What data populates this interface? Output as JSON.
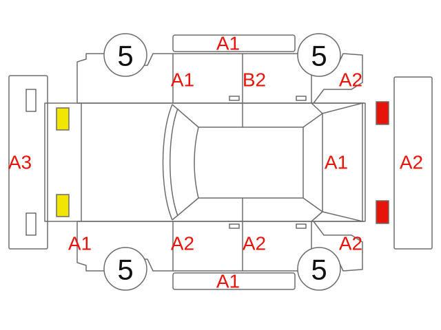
{
  "colors": {
    "outline": "#6b6b6b",
    "damage_text": "#e8140a",
    "tire_text": "#111111",
    "headlight": "#f2e600",
    "taillight": "#e8140a"
  },
  "tires": {
    "front_left": "5",
    "rear_left": "5",
    "front_right": "5",
    "rear_right": "5"
  },
  "labels": {
    "top_bumper_strip": "A1",
    "front_left_door": "A1",
    "rear_left_door": "B2",
    "rear_left_fender": "A2",
    "front_bumper": "A3",
    "rear_glass": "A1",
    "rear_bumper": "A2",
    "front_right_fender": "A1",
    "front_right_door": "A2",
    "rear_right_door": "A2",
    "rear_right_fender": "A2",
    "bottom_bumper_strip": "A1"
  }
}
